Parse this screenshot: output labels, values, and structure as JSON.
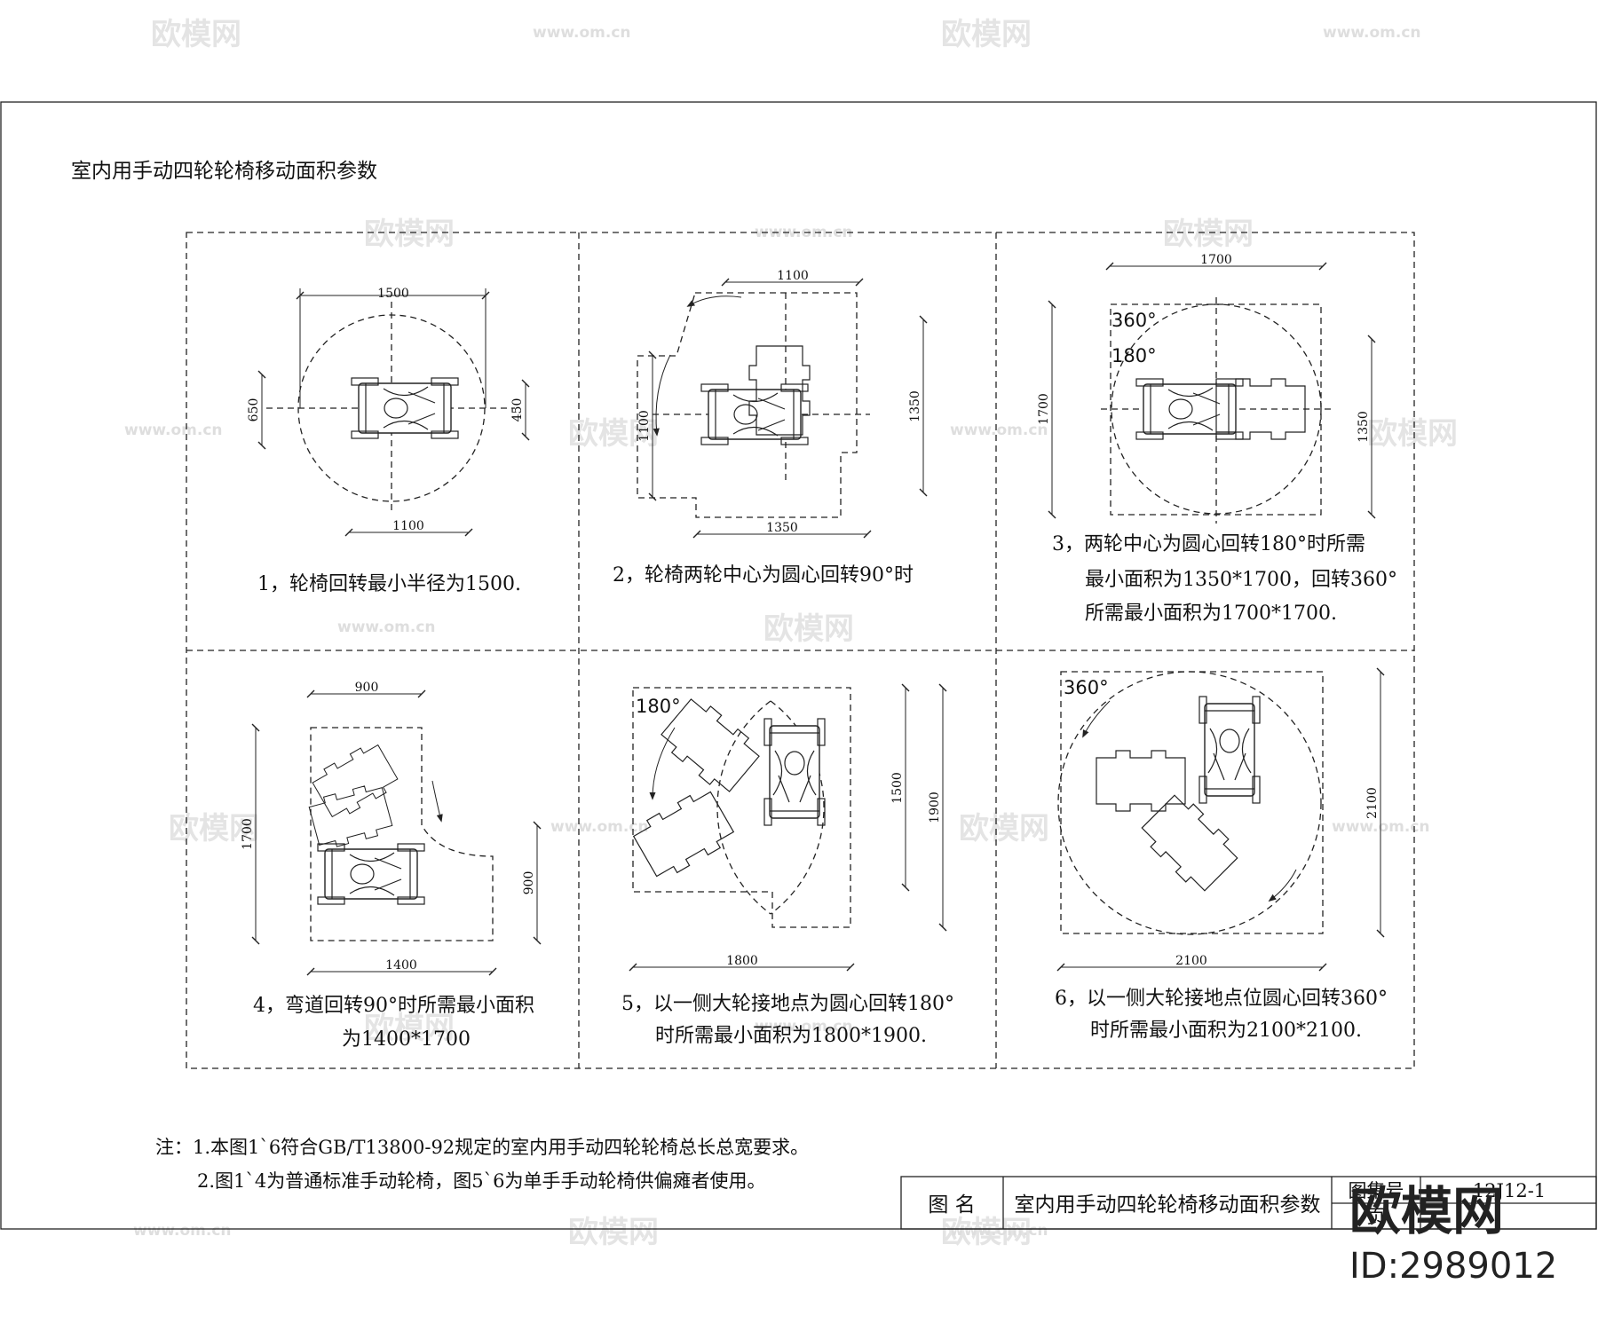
{
  "drawing": {
    "title": "室内用手动四轮轮椅移动面积参数",
    "panels": [
      {
        "caption": [
          "1，轮椅回转最小半径为1500."
        ],
        "dims": [
          "1500",
          "650",
          "450",
          "1100"
        ],
        "angles": []
      },
      {
        "caption": [
          "2，轮椅两轮中心为圆心回转90°时"
        ],
        "dims": [
          "1100",
          "1100",
          "1350",
          "1350"
        ],
        "angles": []
      },
      {
        "caption": [
          "3，两轮中心为圆心回转180°时所需",
          "最小面积为1350*1700，回转360°",
          "所需最小面积为1700*1700."
        ],
        "dims": [
          "1700",
          "1700",
          "1350"
        ],
        "angles": [
          "360°",
          "180°"
        ]
      },
      {
        "caption": [
          "4，弯道回转90°时所需最小面积",
          "为1400*1700"
        ],
        "dims": [
          "900",
          "1700",
          "900",
          "1400"
        ],
        "angles": []
      },
      {
        "caption": [
          "5，以一侧大轮接地点为圆心回转180°",
          "时所需最小面积为1800*1900."
        ],
        "dims": [
          "1500",
          "1900",
          "1800"
        ],
        "angles": [
          "180°"
        ]
      },
      {
        "caption": [
          "6，以一侧大轮接地点位圆心回转360°",
          "时所需最小面积为2100*2100."
        ],
        "dims": [
          "2100",
          "2100"
        ],
        "angles": [
          "360°"
        ]
      }
    ],
    "notes": [
      "注：1.本图1`6符合GB/T13800-92规定的室内用手动四轮轮椅总长总宽要求。",
      "2.图1`4为普通标准手动轮椅，图5`6为单手手动轮椅供偏瘫者使用。"
    ],
    "title_block": {
      "label": "图  名",
      "name": "室内用手动四轮轮椅移动面积参数",
      "atlas_label": "图集号",
      "sheet_no": "12J12-1",
      "page_label": "页"
    }
  },
  "watermark": {
    "brand": "欧模网",
    "url": "www.om.cn",
    "id": "ID:2989012"
  },
  "colors": {
    "ink": "#222222",
    "watermark": "#e4e4e4",
    "paper": "#ffffff"
  }
}
